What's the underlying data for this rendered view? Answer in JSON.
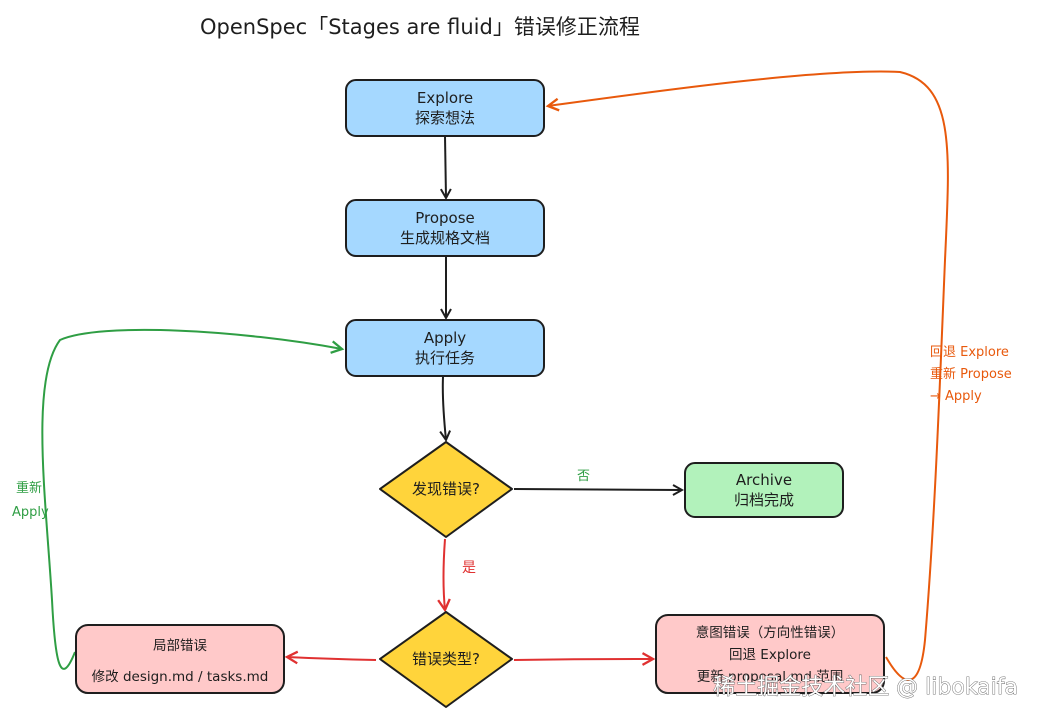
{
  "title": "OpenSpec「Stages are fluid」错误修正流程",
  "nodes": {
    "explore": {
      "line1": "Explore",
      "line2": "探索想法"
    },
    "propose": {
      "line1": "Propose",
      "line2": "生成规格文档"
    },
    "apply": {
      "line1": "Apply",
      "line2": "执行任务"
    },
    "found_error": {
      "label": "发现错误?"
    },
    "archive": {
      "line1": "Archive",
      "line2": "归档完成"
    },
    "error_type": {
      "label": "错误类型?"
    },
    "local_error": {
      "line1": "局部错误",
      "line2": "修改 design.md / tasks.md"
    },
    "intent_error": {
      "line1": "意图错误（方向性错误）",
      "line2": "回退 Explore",
      "line3": "更新 proposal.md 范围"
    }
  },
  "edge_labels": {
    "no": "否",
    "yes": "是",
    "reapply_line1": "重新",
    "reapply_line2": "Apply",
    "rollback_line1": "回退 Explore",
    "rollback_line2": "重新 Propose",
    "rollback_line3": "→ Apply"
  },
  "watermark": "稀土掘金技术社区 @ libokaifa",
  "colors": {
    "blue_node": "#a5d8ff",
    "green_node": "#b2f2bb",
    "pink_node": "#ffc9c9",
    "diamond": "#ffd43b",
    "green_arrow": "#2f9e44",
    "red_arrow": "#e03131",
    "orange_arrow": "#e8590c"
  }
}
